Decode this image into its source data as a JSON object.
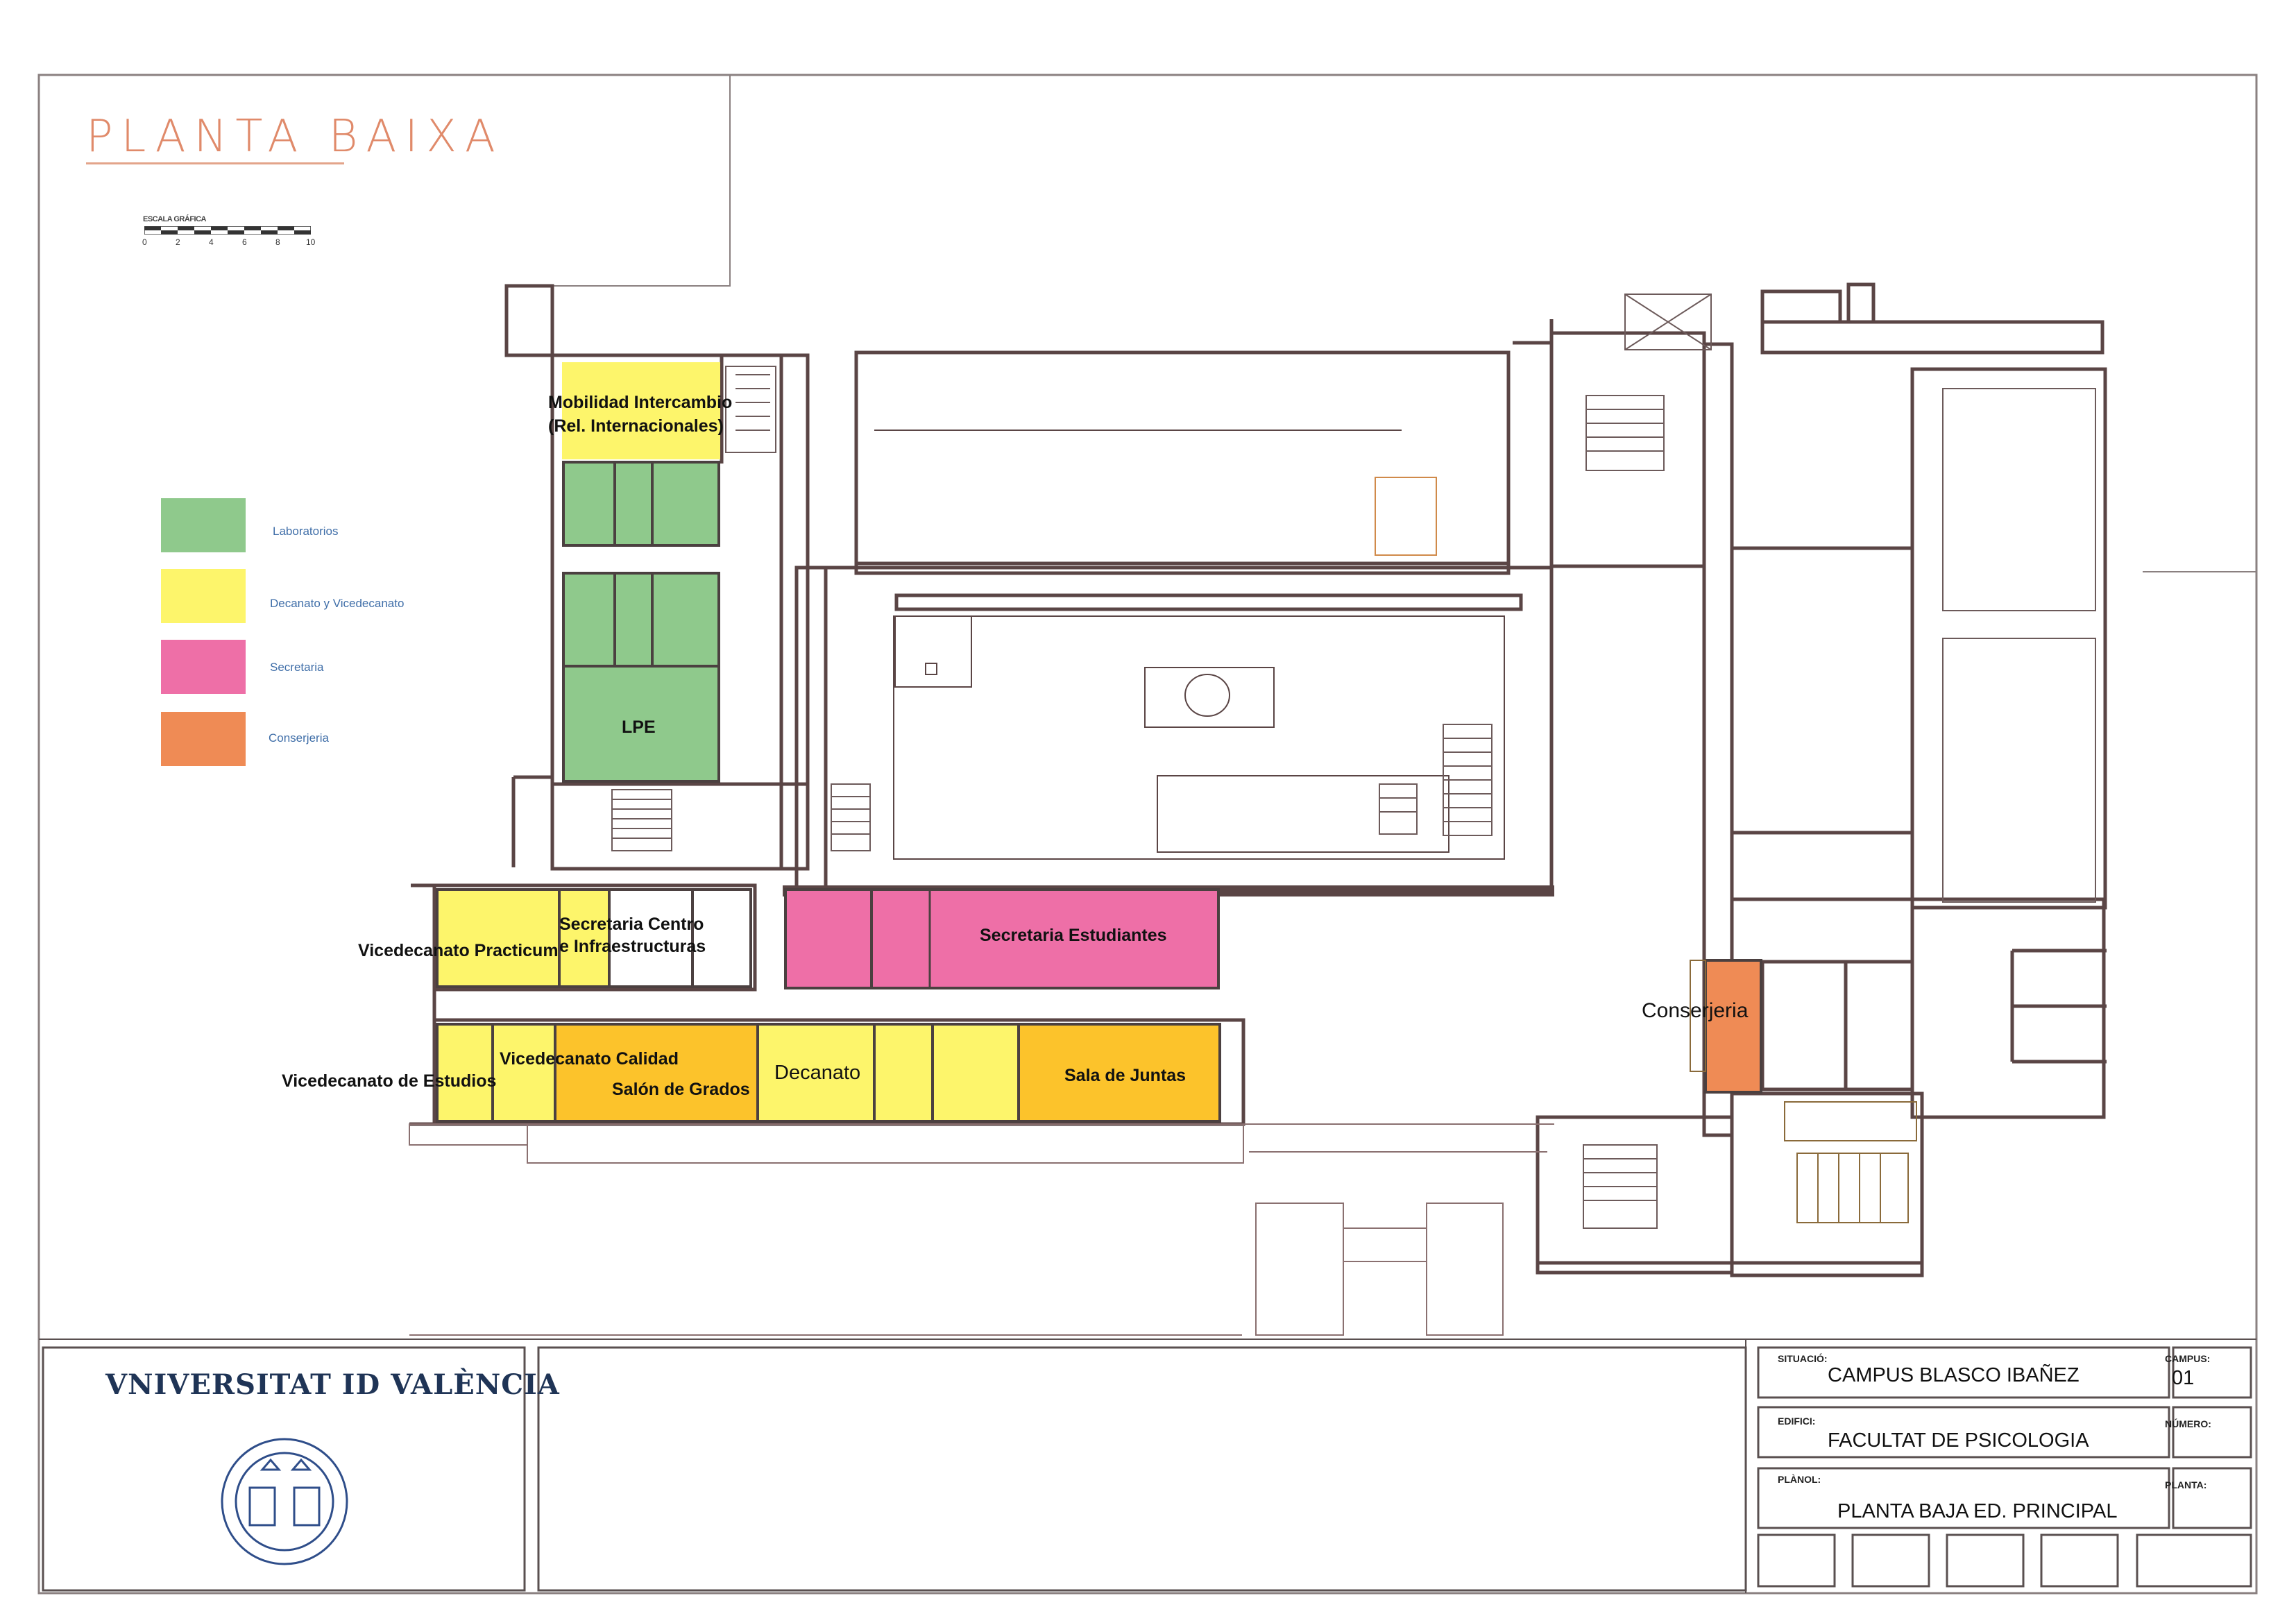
{
  "plan_title": "PLANTA BAIXA",
  "scale": {
    "label": "ESCALA GRÁFICA",
    "ticks": [
      "0",
      "2",
      "4",
      "6",
      "8",
      "10"
    ]
  },
  "legend": [
    {
      "label": "Laboratorios",
      "color": "#8fc98c"
    },
    {
      "label": "Decanato y Vicedecanato",
      "color": "#fdf56b"
    },
    {
      "label": "Secretaria",
      "color": "#ee6fa7"
    },
    {
      "label": "Conserjeria",
      "color": "#ef8b55"
    }
  ],
  "rooms": {
    "mobilidad_line1": "Mobilidad Intercambio",
    "mobilidad_line2": "(Rel. Internacionales)",
    "lpe": "LPE",
    "vicedecanato_practicum": "Vicedecanato Practicum",
    "secretaria_centro_line1": "Secretaria Centro",
    "secretaria_centro_line2": "e Infraestructuras",
    "secretaria_estudiantes": "Secretaria Estudiantes",
    "vicedecanato_estudios": "Vicedecanato de Estudios",
    "vicedecanato_calidad": "Vicedecanato Calidad",
    "salon_grados": "Salón de Grados",
    "decanato": "Decanato",
    "sala_juntas": "Sala de Juntas",
    "conserjeria": "Conserjeria"
  },
  "colors": {
    "lab_green": "#8fc98c",
    "dean_yellow": "#fdf56b",
    "dean_gold": "#fcc32b",
    "secretaria_pink": "#ee6fa7",
    "conserjeria_orange": "#ef8b55",
    "wall": "#5a4545",
    "frame": "#8a8080"
  },
  "university": "VNIVERSITAT ID VALÈNCIA",
  "title_block": {
    "situacio_label": "SITUACIÓ:",
    "situacio_value": "CAMPUS BLASCO IBAÑEZ",
    "campus_label": "CAMPUS:",
    "campus_value": "01",
    "edifici_label": "EDIFICI:",
    "edifici_value": "FACULTAT DE PSICOLOGIA",
    "numero_label": "NÚMERO:",
    "planol_label": "PLÀNOL:",
    "planol_value": "PLANTA BAJA ED. PRINCIPAL",
    "planta_label": "PLANTA:"
  }
}
